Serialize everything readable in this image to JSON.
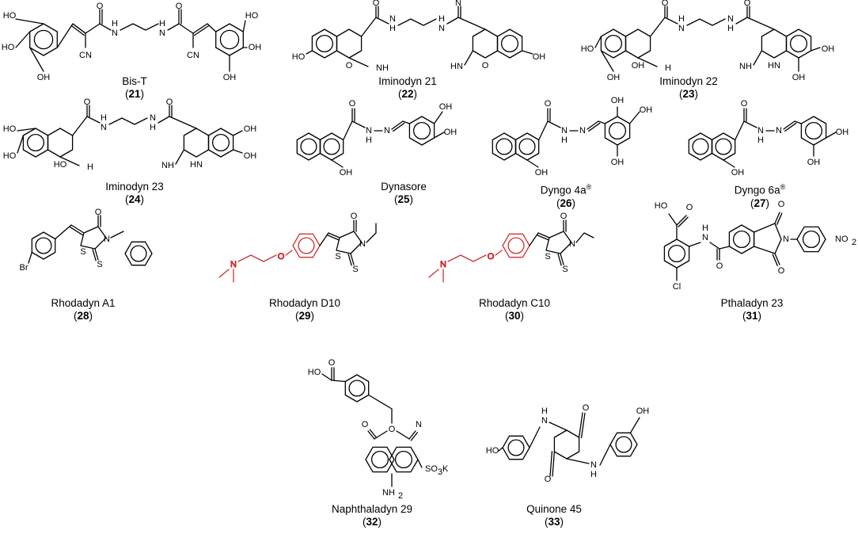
{
  "compounds": [
    {
      "name": "Bis-T",
      "number": "21",
      "atoms": [
        "HO",
        "HO",
        "OH",
        "O",
        "O",
        "N",
        "H",
        "N",
        "H",
        "CN",
        "CN",
        "HO",
        "OH",
        "OH"
      ]
    },
    {
      "name": "Iminodyn 21",
      "number": "22",
      "atoms": [
        "HO",
        "O",
        "O",
        "N",
        "H",
        "N",
        "H",
        "NH",
        "HN",
        "O",
        "O",
        "OH"
      ]
    },
    {
      "name": "Iminodyn 22",
      "number": "23",
      "atoms": [
        "HO",
        "OH",
        "O",
        "O",
        "N",
        "H",
        "N",
        "H",
        "NH",
        "HN",
        "O",
        "O",
        "OH",
        "OH"
      ]
    },
    {
      "name": "Iminodyn 23",
      "number": "24",
      "atoms": [
        "HO",
        "HO",
        "O",
        "O",
        "N",
        "H",
        "N",
        "H",
        "NH",
        "HN",
        "O",
        "O",
        "OH",
        "OH"
      ]
    },
    {
      "name": "Dynasore",
      "number": "25",
      "atoms": [
        "O",
        "N",
        "H",
        "N",
        "OH",
        "OH",
        "OH"
      ]
    },
    {
      "name": "Dyngo 4a",
      "number": "26",
      "mark": "®",
      "atoms": [
        "O",
        "N",
        "H",
        "N",
        "OH",
        "OH",
        "OH",
        "OH"
      ]
    },
    {
      "name": "Dyngo 6a",
      "number": "27",
      "mark": "®",
      "atoms": [
        "O",
        "N",
        "H",
        "N",
        "OH",
        "OH",
        "OH"
      ]
    },
    {
      "name": "Rhodadyn A1",
      "number": "28",
      "atoms": [
        "Br",
        "O",
        "N",
        "S",
        "S"
      ]
    },
    {
      "name": "Rhodadyn D10",
      "number": "29",
      "atoms": [
        "N",
        "O",
        "O",
        "N",
        "S",
        "S"
      ]
    },
    {
      "name": "Rhodadyn C10",
      "number": "30",
      "atoms": [
        "N",
        "O",
        "O",
        "N",
        "S",
        "S"
      ]
    },
    {
      "name": "Pthaladyn 23",
      "number": "31",
      "atoms": [
        "HO",
        "O",
        "Cl",
        "N",
        "H",
        "O",
        "O",
        "O",
        "N",
        "NO",
        "2"
      ]
    },
    {
      "name": "Naphthaladyn 29",
      "number": "32",
      "atoms": [
        "HO",
        "O",
        "O",
        "N",
        "O",
        "SO",
        "3",
        "K",
        "NH",
        "2"
      ]
    },
    {
      "name": "Quinone 45",
      "number": "33",
      "atoms": [
        "H",
        "N",
        "OH",
        "HO",
        "O",
        "O",
        "N",
        "H"
      ]
    }
  ]
}
